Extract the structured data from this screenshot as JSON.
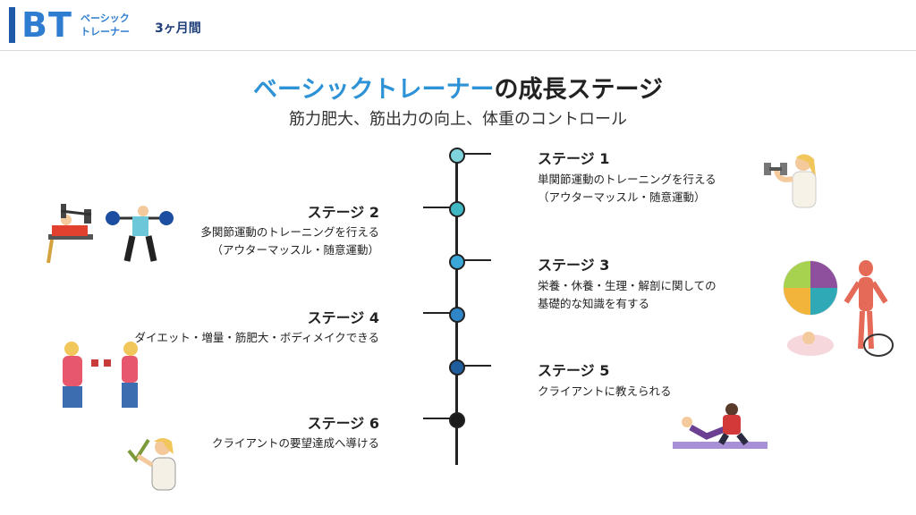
{
  "header": {
    "logo": "BT",
    "logo_sub_line1": "ベーシック",
    "logo_sub_line2": "トレーナー",
    "duration": "3ヶ月間"
  },
  "title": {
    "accent": "ベーシックトレーナー",
    "rest": "の成長ステージ"
  },
  "subtitle": "筋力肥大、筋出力の向上、体重のコントロール",
  "stages": [
    {
      "label": "ステージ 1",
      "desc1": "単関節運動のトレーニングを行える",
      "desc2": "（アウターマッスル・随意運動）",
      "color": "#7fd4dc"
    },
    {
      "label": "ステージ 2",
      "desc1": "多関節運動のトレーニングを行える",
      "desc2": "（アウターマッスル・随意運動）",
      "color": "#3fb8c4"
    },
    {
      "label": "ステージ 3",
      "desc1": "栄養・休養・生理・解剖に関しての",
      "desc2": "基礎的な知識を有する",
      "color": "#3aa7d8"
    },
    {
      "label": "ステージ 4",
      "desc1": "ダイエット・増量・筋肥大・ボディメイクできる",
      "color": "#2f86c7"
    },
    {
      "label": "ステージ 5",
      "desc1": "クライアントに教えられる",
      "color": "#1f5d9c"
    },
    {
      "label": "ステージ 6",
      "desc1": "クライアントの要望達成へ導ける",
      "color": "#1b1b1b"
    }
  ]
}
